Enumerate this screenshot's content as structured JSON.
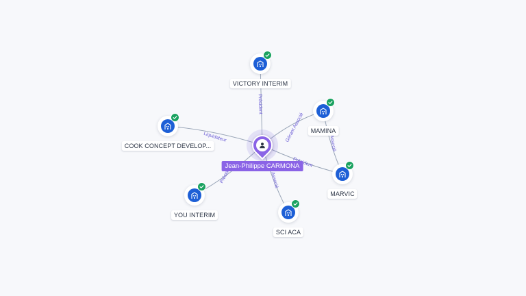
{
  "center": {
    "label": "Jean-Philippe CARMONA",
    "icon": "person-icon"
  },
  "companies": [
    {
      "id": "victory",
      "label": "VICTORY INTERIM",
      "icon": "building-icon",
      "status": "verified-check-icon"
    },
    {
      "id": "mamina",
      "label": "MAMINA",
      "icon": "building-icon",
      "status": "verified-check-icon"
    },
    {
      "id": "marvic",
      "label": "MARVIC",
      "icon": "building-icon",
      "status": "verified-check-icon"
    },
    {
      "id": "sciaca",
      "label": "SCI ACA",
      "icon": "building-icon",
      "status": "verified-check-icon"
    },
    {
      "id": "youinterim",
      "label": "YOU INTERIM",
      "icon": "building-icon",
      "status": "verified-check-icon"
    },
    {
      "id": "cook",
      "label": "COOK CONCEPT DEVELOP...",
      "icon": "building-icon",
      "status": "verified-check-icon"
    }
  ],
  "edges": [
    {
      "from": "center",
      "to": "victory",
      "label": "Président"
    },
    {
      "from": "center",
      "to": "mamina",
      "label": "Gérant Associé"
    },
    {
      "from": "center",
      "to": "marvic",
      "label": "Président"
    },
    {
      "from": "center",
      "to": "sciaca",
      "label": "Associé"
    },
    {
      "from": "center",
      "to": "youinterim",
      "label": "Président"
    },
    {
      "from": "center",
      "to": "cook",
      "label": "Liquidateur"
    },
    {
      "from": "mamina",
      "to": "marvic",
      "label": "Associé"
    }
  ],
  "colors": {
    "background": "#f7f8fb",
    "company_node": "#1d5fd6",
    "verified": "#1aa260",
    "person_accent": "#8a63e6",
    "edge_label": "#6a5bd6"
  }
}
